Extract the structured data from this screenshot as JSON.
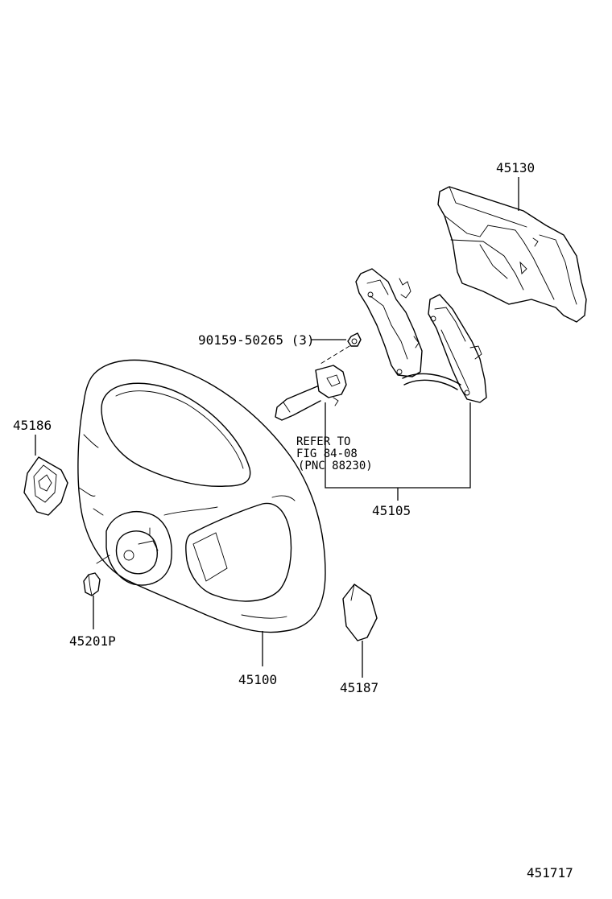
{
  "callouts": {
    "pad": "45130",
    "bolt": "90159-50265 (3)",
    "switch_ref_line1": "REFER TO",
    "switch_ref_line2": "FIG 84-08",
    "switch_ref_line3": "(PNC 88230)",
    "switch_assy": "45105",
    "left_ornament": "45186",
    "nut": "45201P",
    "wheel": "45100",
    "right_ornament": "45187"
  },
  "figure_number": "451717"
}
